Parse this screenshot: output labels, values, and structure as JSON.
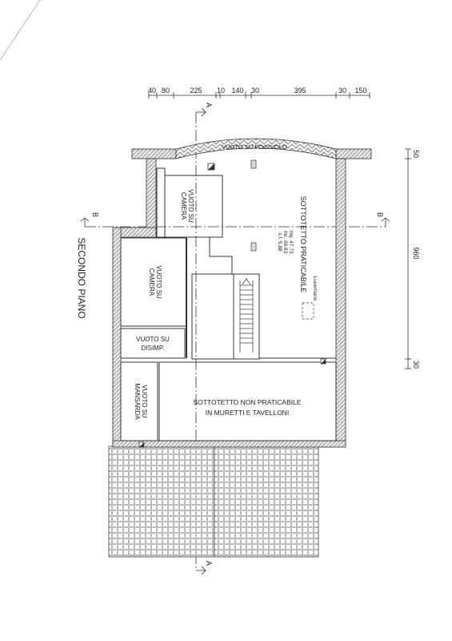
{
  "dimensions_top": [
    "40",
    "80",
    "225",
    "10",
    "140",
    "30",
    "395",
    "30",
    "150"
  ],
  "dimensions_right": [
    "50",
    "960",
    "30"
  ],
  "section_marks": {
    "a_top": "A",
    "a_bottom": "A",
    "b_left": "B",
    "b_right": "B"
  },
  "floor_label": "SECONDO PIANO",
  "balcony_label": "VUOTO SU POGGIOLO",
  "rooms": {
    "camera_top_line1": "VUOTO SU",
    "camera_top_line2": "CAMERA",
    "camera_mid_line1": "VUOTO SU",
    "camera_mid_line2": "CAMERA",
    "disimp_line1": "VUOTO SU",
    "disimp_line2": "DISIMP.",
    "mansarda_line1": "VUOTO SU",
    "mansarda_line2": "MANSARDA",
    "attic_title": "SOTTOTETTO PRATICABILE",
    "attic_mq": "mq. 47.73",
    "attic_mc": "mc. 69.83",
    "attic_sf": "s.f. 5.88",
    "skylight": "Lucernario",
    "non_practicable_line1": "SOTTOTETTO NON PRATICABILE",
    "non_practicable_line2": "IN MURETTI E TAVELLONI"
  }
}
